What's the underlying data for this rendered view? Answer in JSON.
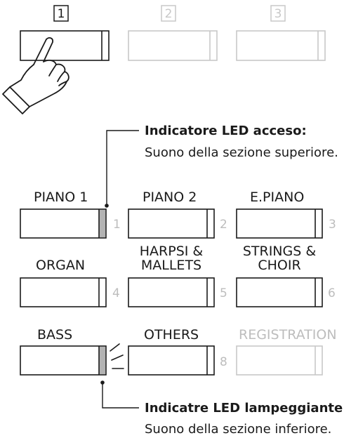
{
  "steps": [
    {
      "label": "1",
      "active": true
    },
    {
      "label": "2",
      "active": false
    },
    {
      "label": "3",
      "active": false
    }
  ],
  "annotations": {
    "top_title": "Indicatore LED acceso:",
    "top_desc": "Suono della sezione superiore.",
    "bottom_title": "Indicatre LED lampeggiante:",
    "bottom_desc": "Suono della sezione inferiore."
  },
  "buttons": [
    {
      "label": "PIANO 1",
      "number": "1",
      "led": "on"
    },
    {
      "label": "PIANO 2",
      "number": "2",
      "led": "off"
    },
    {
      "label": "E.PIANO",
      "number": "3",
      "led": "off"
    },
    {
      "label_line1": "",
      "label_line2": "ORGAN",
      "number": "4",
      "led": "off"
    },
    {
      "label_line1": "HARPSI &",
      "label_line2": "MALLETS",
      "number": "5",
      "led": "off"
    },
    {
      "label_line1": "STRINGS &",
      "label_line2": "CHOIR",
      "number": "6",
      "led": "off"
    },
    {
      "label": "BASS",
      "number": "",
      "led": "blinking"
    },
    {
      "label": "OTHERS",
      "number": "8",
      "led": "off"
    },
    {
      "label": "REGISTRATION",
      "number": "",
      "led": "disabled"
    }
  ],
  "colors": {
    "led_grey": "#b3b3b3",
    "disabled": "#c8c8c8",
    "ink": "#1a1a1a"
  },
  "icons": [
    "hand-pointer-icon",
    "led-blink-rays-icon"
  ]
}
